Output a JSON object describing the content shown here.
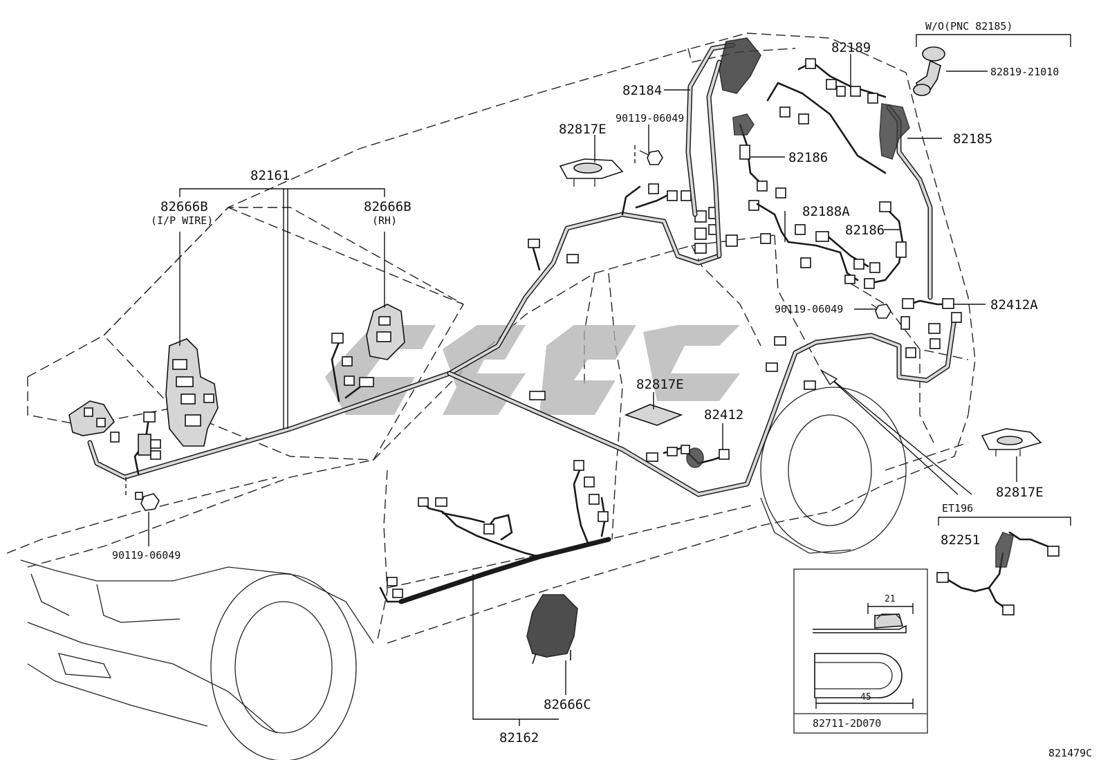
{
  "labels": {
    "main_harness": "82161",
    "ip_wire_block": "82666B",
    "ip_wire_note": "(I/P WIRE)",
    "rh_block": "82666B",
    "rh_note": "(RH)",
    "bolt_left": "90119-06049",
    "bolt_roof": "90119-06049",
    "bolt_rear": "90119-06049",
    "clamp_top": "82817E",
    "clamp_floor": "82817E",
    "clamp_rear": "82817E",
    "roof_wire": "82184",
    "rear_wire_top": "82189",
    "without_note": "W/O(PNC 82185)",
    "grommet_part": "82819-21010",
    "back_door_wire": "82185",
    "sub_wire_upper": "82186",
    "sub_wire_lower": "82186",
    "sub_wire_a": "82188A",
    "floor_wire_a": "82412A",
    "floor_wire": "82412",
    "reference": "ET196",
    "tail_wire": "82251",
    "floor_harness": "82162",
    "junction_block": "82666C",
    "clip_part": "82711-2D070",
    "clip_dim_width": "21",
    "clip_dim_length": "45",
    "figure_id": "821479C"
  }
}
